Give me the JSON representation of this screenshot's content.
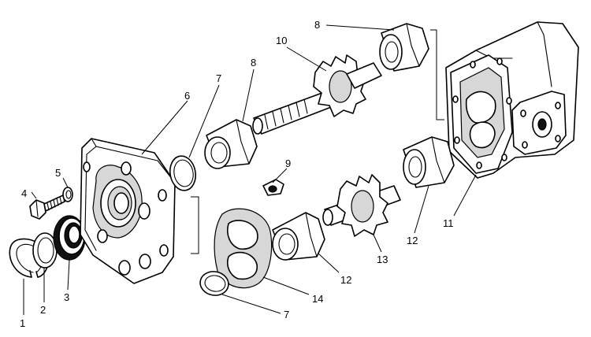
{
  "labels": {
    "p1": "1",
    "p2": "2",
    "p3": "3",
    "p4": "4",
    "p5": "5",
    "p6": "6",
    "p7a": "7",
    "p7b": "7",
    "p8a": "8",
    "p8b": "8",
    "p9": "9",
    "p10": "10",
    "p11": "11",
    "p12a": "12",
    "p12b": "12",
    "p13": "13",
    "p14": "14"
  }
}
